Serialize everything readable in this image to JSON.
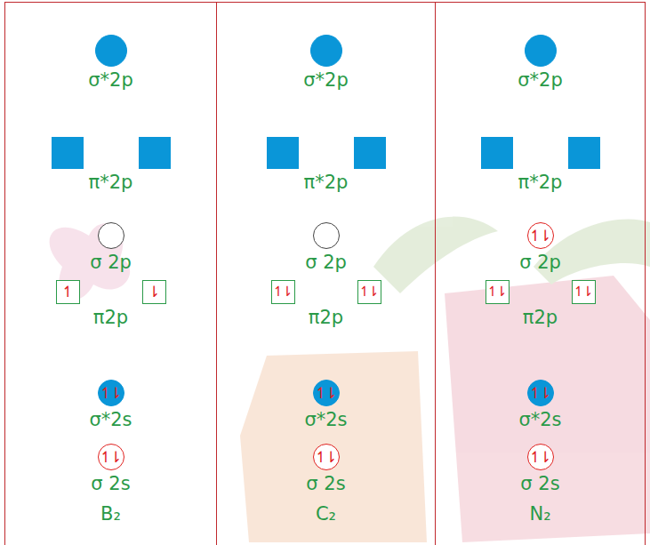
{
  "diagram": {
    "nodes": [
      {
        "text": [
          "B₂"
        ]
      },
      {
        "text": [
          "σ*2p"
        ],
        "in": 0
      },
      {
        "text": [
          "π*2p"
        ],
        "in": 0
      },
      {
        "text": [
          "σ 2p"
        ],
        "in": 0
      },
      {
        "text": [
          "↿",
          "⇂",
          "π2p"
        ],
        "in": 0
      },
      {
        "text": [
          "↿⇂",
          "σ*2s"
        ],
        "in": 0
      },
      {
        "text": [
          "↿⇂",
          "σ 2s"
        ],
        "in": 0
      },
      {
        "text": [
          "C₂"
        ]
      },
      {
        "text": [
          "σ*2p"
        ],
        "in": 7
      },
      {
        "text": [
          "π*2p"
        ],
        "in": 7
      },
      {
        "text": [
          "σ 2p"
        ],
        "in": 7
      },
      {
        "text": [
          "↿⇂",
          "↿⇂",
          "π2p"
        ],
        "in": 7
      },
      {
        "text": [
          "↿⇂",
          "σ*2s"
        ],
        "in": 7
      },
      {
        "text": [
          "↿⇂",
          "σ 2s"
        ],
        "in": 7
      },
      {
        "text": [
          "N₂"
        ]
      },
      {
        "text": [
          "σ*2p"
        ],
        "in": 14
      },
      {
        "text": [
          "π*2p"
        ],
        "in": 14
      },
      {
        "text": [
          "↿⇂",
          "σ 2p"
        ],
        "in": 14
      },
      {
        "text": [
          "↿⇂",
          "↿⇂",
          "π2p"
        ],
        "in": 14
      },
      {
        "text": [
          "↿⇂",
          "σ*2s"
        ],
        "in": 14
      },
      {
        "text": [
          "↿⇂",
          "σ 2s"
        ],
        "in": 14
      }
    ]
  }
}
